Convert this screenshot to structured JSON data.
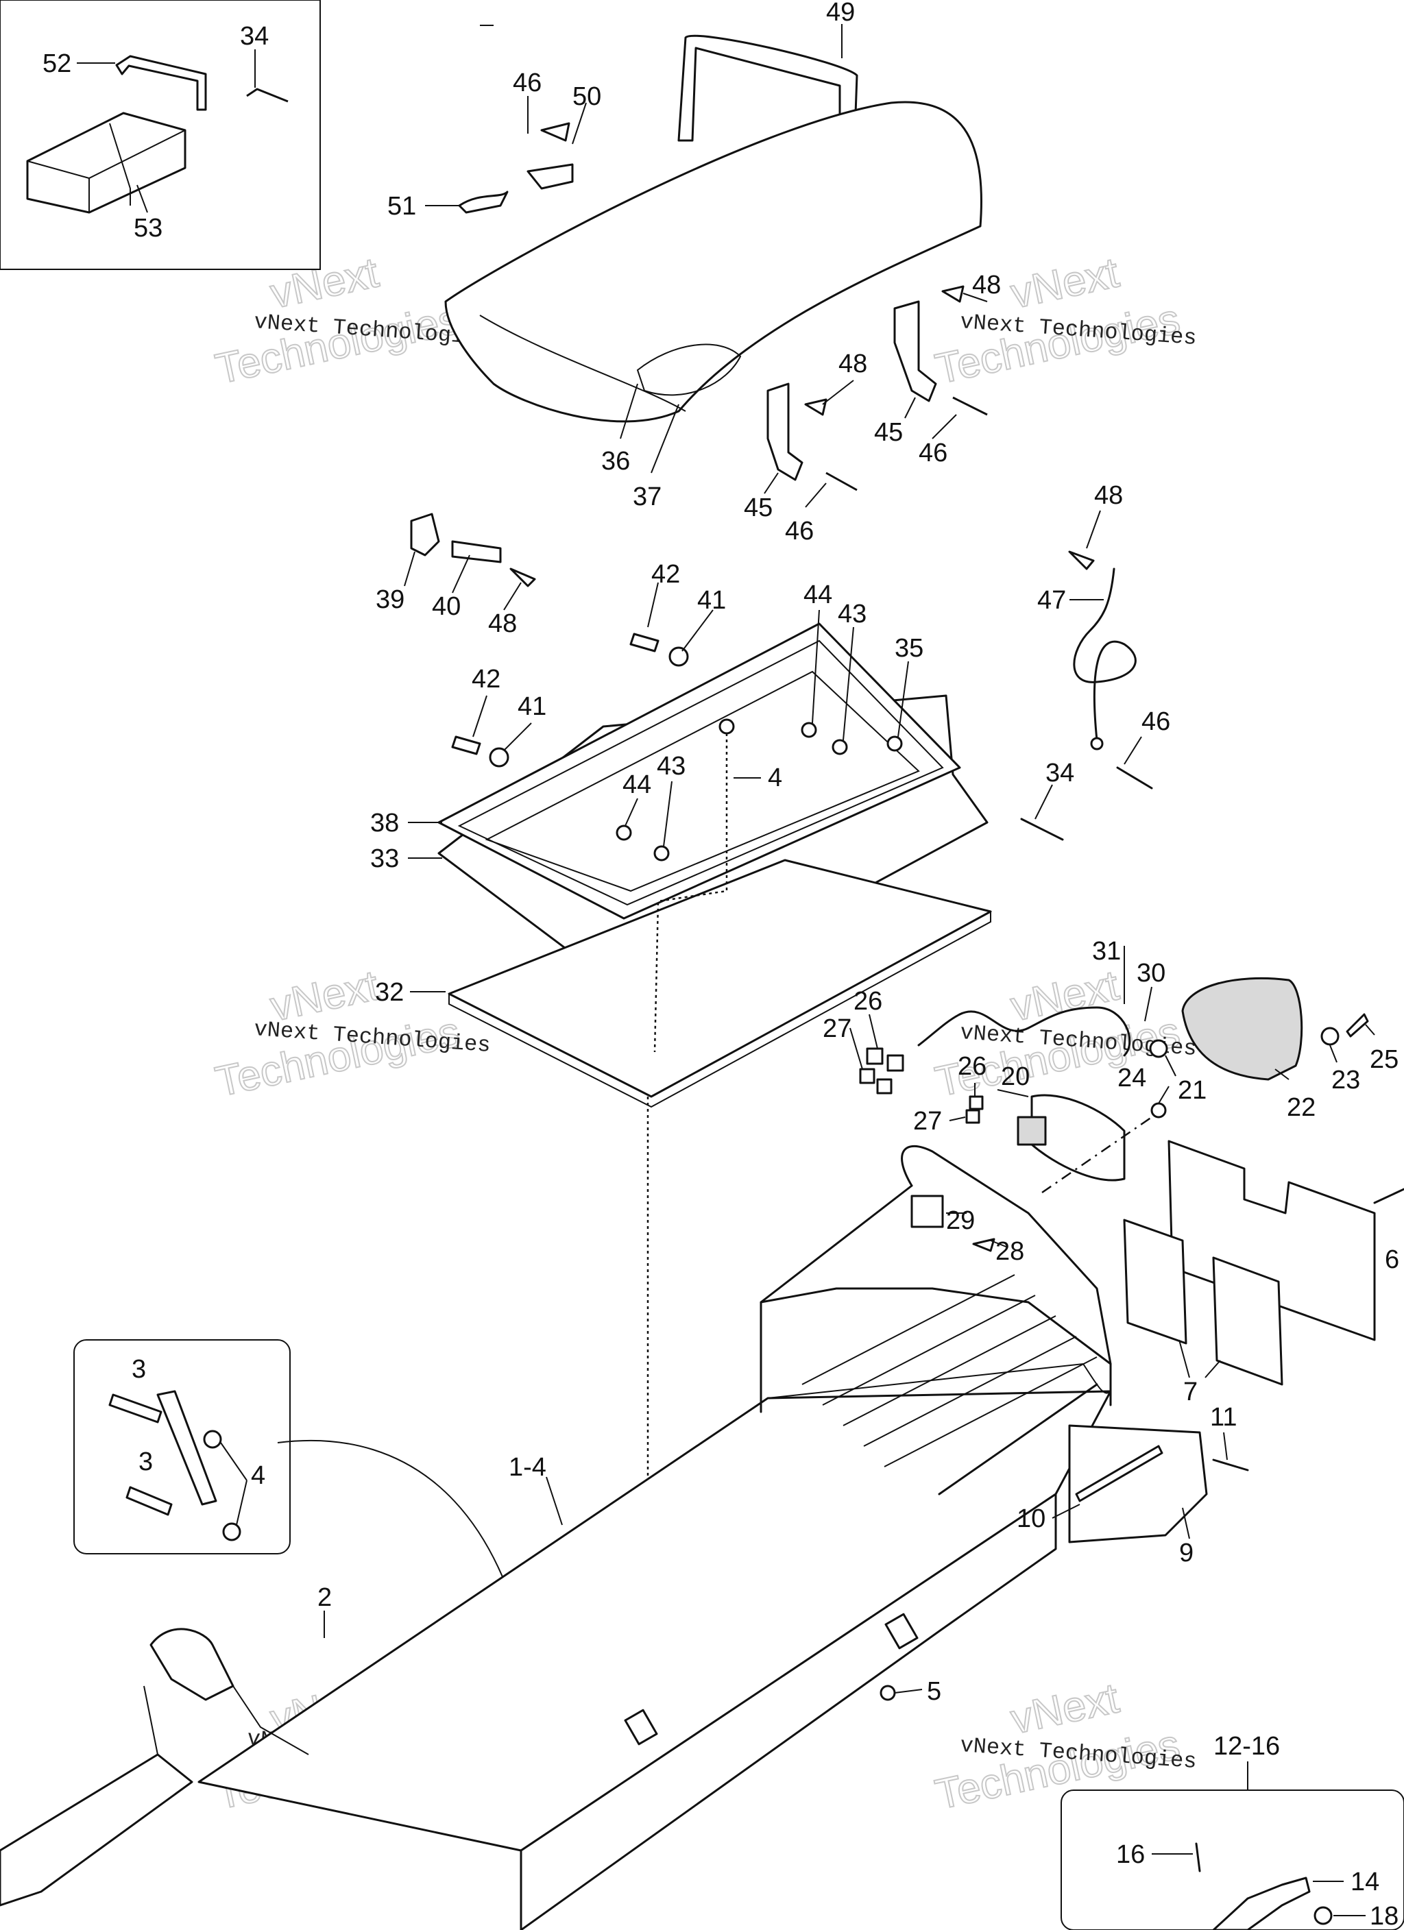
{
  "watermark": {
    "line1": "vNext Technologies",
    "line2": "vNext",
    "line3": "Technologies"
  },
  "callouts": {
    "c52": "52",
    "c34a": "34",
    "c53": "53",
    "c49": "49",
    "c46a": "46",
    "c50": "50",
    "c51": "51",
    "c36": "36",
    "c37": "37",
    "c48a": "48",
    "c48b": "48",
    "c45a": "45",
    "c45b": "45",
    "c46b": "46",
    "c46c": "46",
    "c39": "39",
    "c40": "40",
    "c48c": "48",
    "c42a": "42",
    "c41a": "41",
    "c42b": "42",
    "c41b": "41",
    "c44a": "44",
    "c43a": "43",
    "c35": "35",
    "c44b": "44",
    "c43b": "43",
    "c4a": "4",
    "c38": "38",
    "c33": "33",
    "c32": "32",
    "c48d": "48",
    "c47": "47",
    "c46d": "46",
    "c34b": "34",
    "c31": "31",
    "c30": "30",
    "c26a": "26",
    "c27a": "27",
    "c26b": "26",
    "c20": "20",
    "c27b": "27",
    "c24": "24",
    "c21": "21",
    "c22": "22",
    "c23": "23",
    "c25": "25",
    "c29": "29",
    "c28": "28",
    "c6": "6",
    "c7": "7",
    "c3a": "3",
    "c3b": "3",
    "c4b": "4",
    "c1_4": "1-4",
    "c2": "2",
    "c5": "5",
    "c11": "11",
    "c10": "10",
    "c9": "9",
    "c12_16": "12-16",
    "c16": "16",
    "c14": "14",
    "c18": "18"
  }
}
